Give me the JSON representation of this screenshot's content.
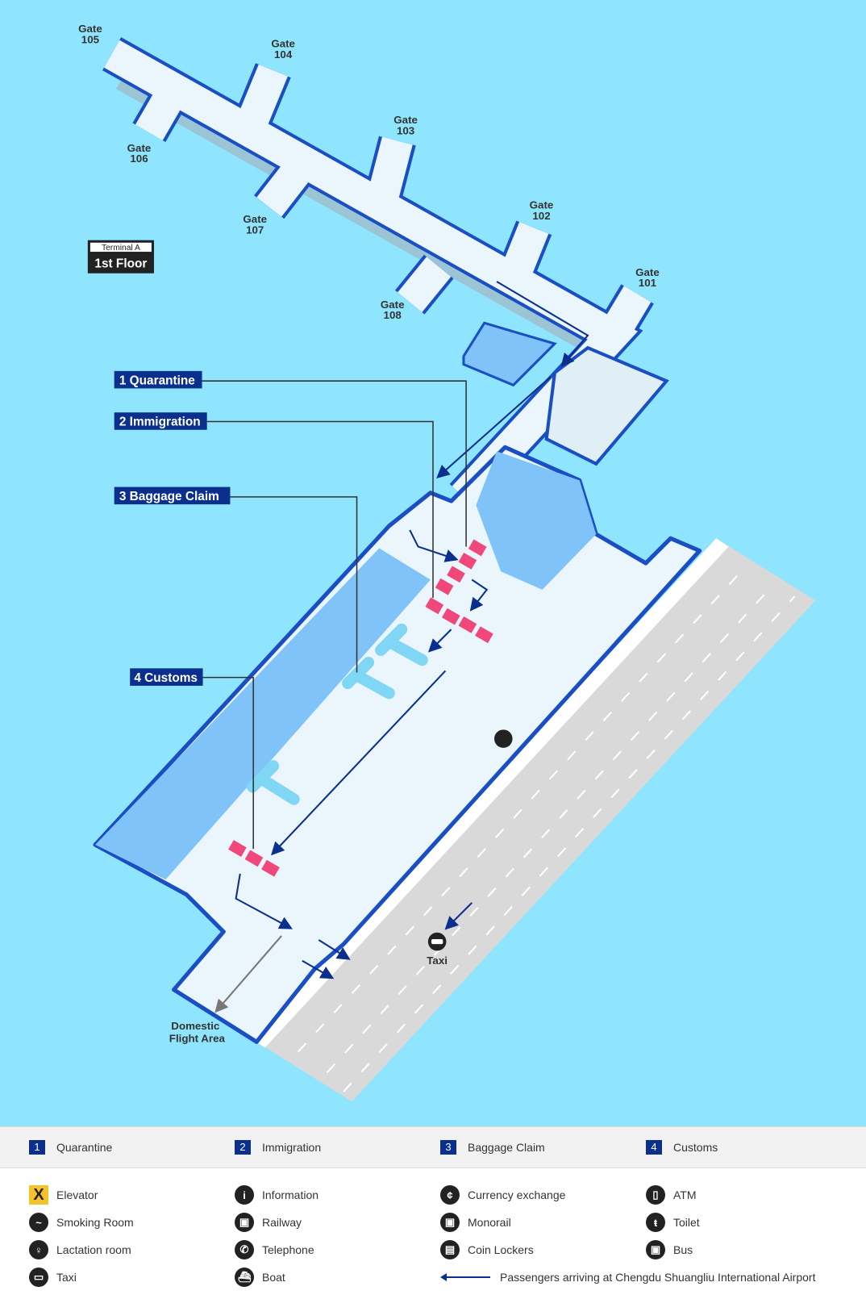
{
  "floor_badge": {
    "terminal": "Terminal A",
    "floor": "1st Floor"
  },
  "gates": [
    "Gate",
    "105",
    "104",
    "106",
    "103",
    "107",
    "102",
    "108",
    "101"
  ],
  "callouts": [
    "1 Quarantine",
    "2 Immigration",
    "3 Baggage Claim",
    "4 Customs"
  ],
  "map_labels": {
    "taxi": "Taxi",
    "domestic_1": "Domestic",
    "domestic_2": "Flight Area"
  },
  "steps": [
    {
      "n": "1",
      "label": "Quarantine"
    },
    {
      "n": "2",
      "label": "Immigration"
    },
    {
      "n": "3",
      "label": "Baggage Claim"
    },
    {
      "n": "4",
      "label": "Customs"
    }
  ],
  "legend": [
    {
      "icon": "X",
      "label": "Elevator"
    },
    {
      "icon": "i",
      "label": "Information"
    },
    {
      "icon": "¢",
      "label": "Currency exchange"
    },
    {
      "icon": "▯",
      "label": "ATM"
    },
    {
      "icon": "~",
      "label": "Smoking Room"
    },
    {
      "icon": "▣",
      "label": "Railway"
    },
    {
      "icon": "▣",
      "label": "Monorail"
    },
    {
      "icon": "ŧ",
      "label": "Toilet"
    },
    {
      "icon": "♀",
      "label": "Lactation room"
    },
    {
      "icon": "✆",
      "label": "Telephone"
    },
    {
      "icon": "▤",
      "label": "Coin Lockers"
    },
    {
      "icon": "▣",
      "label": "Bus"
    },
    {
      "icon": "▭",
      "label": "Taxi"
    },
    {
      "icon": "⛴",
      "label": "Boat"
    }
  ],
  "arrival_note": "Passengers arriving at Chengdu Shuangliu International Airport",
  "colors": {
    "water": "#8fe5fd",
    "floor": "#eaf5fc",
    "wall": "#1a4fc4",
    "callout": "#0a2f8c",
    "counter": "#f0487a",
    "carousel": "#7fd6f5"
  }
}
